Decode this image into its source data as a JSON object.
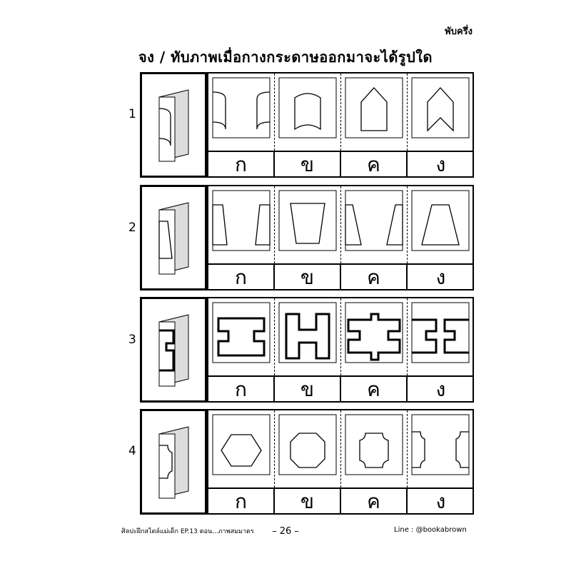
{
  "header": {
    "corner_label": "พับครึ่ง",
    "title": "จง / ทับภาพเมื่อกางกระดาษออกมาจะได้รูปใด"
  },
  "answer_letters": [
    "ก",
    "ข",
    "ค",
    "ง"
  ],
  "questions": [
    {
      "number": "1"
    },
    {
      "number": "2"
    },
    {
      "number": "3"
    },
    {
      "number": "4"
    }
  ],
  "footer": {
    "left": "ศิลปะฝึกสไตล์แม่เด็ก EP.13 ตอน...ภาพสมมาตร",
    "page": "– 26 –",
    "right": "Line : @bookabrown"
  }
}
